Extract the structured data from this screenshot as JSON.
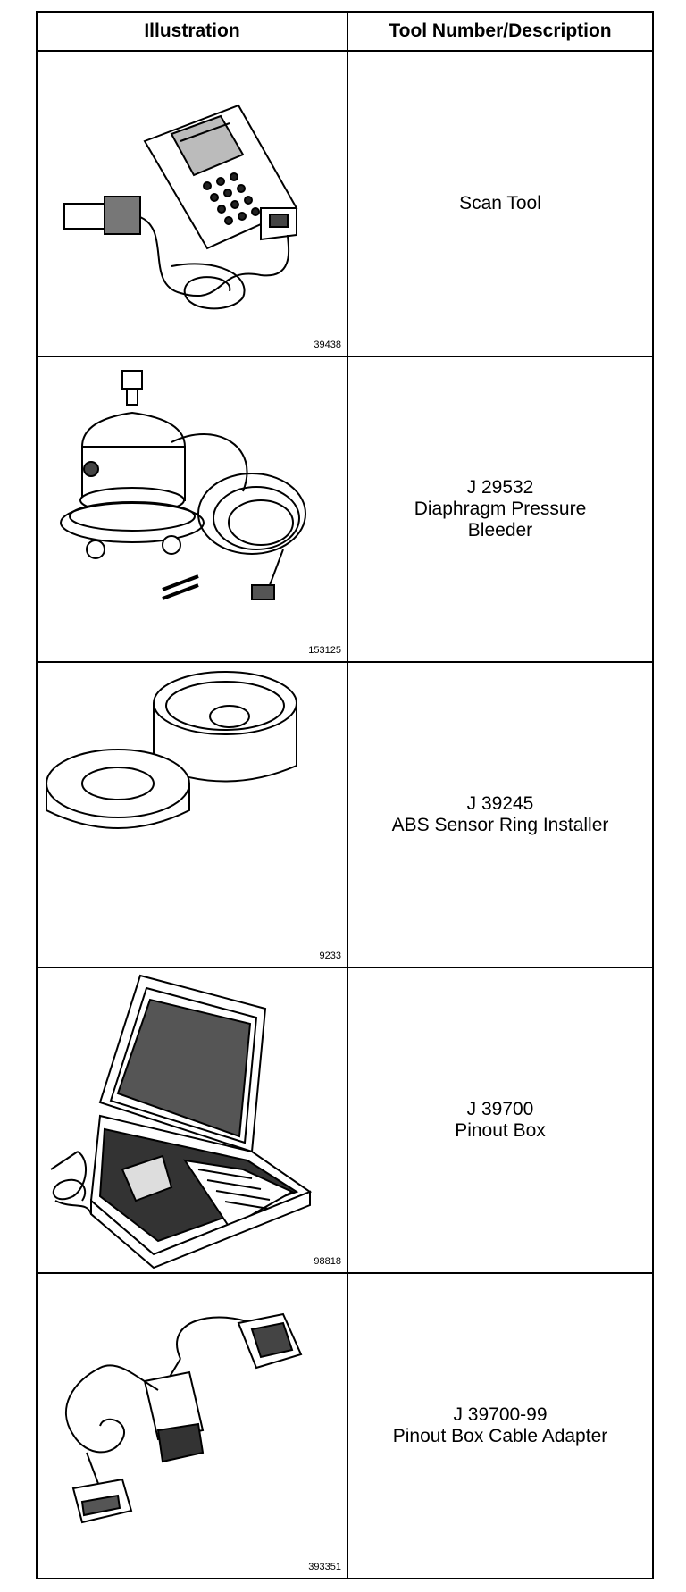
{
  "header": {
    "col_illustration": "Illustration",
    "col_description": "Tool Number/Description"
  },
  "rows": [
    {
      "figure": "39438",
      "icon": "scan-tool-icon",
      "lines": [
        "Scan Tool"
      ]
    },
    {
      "figure": "153125",
      "icon": "pressure-bleeder-icon",
      "lines": [
        "J 29532",
        "Diaphragm Pressure",
        "Bleeder"
      ]
    },
    {
      "figure": "9233",
      "icon": "sensor-ring-installer-icon",
      "lines": [
        "J 39245",
        "ABS Sensor Ring Installer"
      ]
    },
    {
      "figure": "98818",
      "icon": "pinout-box-icon",
      "lines": [
        "J 39700",
        "Pinout Box"
      ]
    },
    {
      "figure": "393351",
      "icon": "cable-adapter-icon",
      "lines": [
        "J 39700-99",
        "Pinout Box Cable Adapter"
      ]
    }
  ]
}
